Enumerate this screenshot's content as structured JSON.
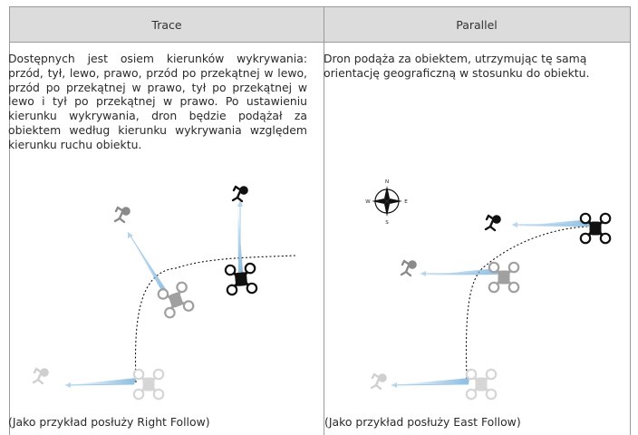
{
  "table": {
    "columns": [
      {
        "header": "Trace",
        "description": "Dostępnych jest osiem kierunków wykrywania: przód, tył, lewo, prawo, przód po przekątnej w lewo, przód po przekątnej w prawo, tył po przekątnej w lewo i tył po przekątnej w prawo. Po ustawieniu kierunku wykrywania, dron będzie podążał za obiektem według kierunku wykrywania względem kierunku ruchu obiektu.",
        "caption": "(Jako przykład posłuży Right Follow)"
      },
      {
        "header": "Parallel",
        "description": "Dron podąża za obiektem, utrzymując tę samą orientację geograficzną w stosunku do obiektu.",
        "caption": "(Jako przykład posłuży East Follow)"
      }
    ]
  },
  "compass": {
    "north": "N",
    "south": "S",
    "east": "E",
    "west": "W"
  },
  "icons": [
    "drone-icon",
    "runner-icon",
    "compass-icon"
  ],
  "colors": {
    "header_bg": "#dcdcdc",
    "border": "#9a9a9a",
    "beam": "#7fb6de",
    "drone_active": "#111111",
    "drone_past": "#b0b0b0"
  }
}
